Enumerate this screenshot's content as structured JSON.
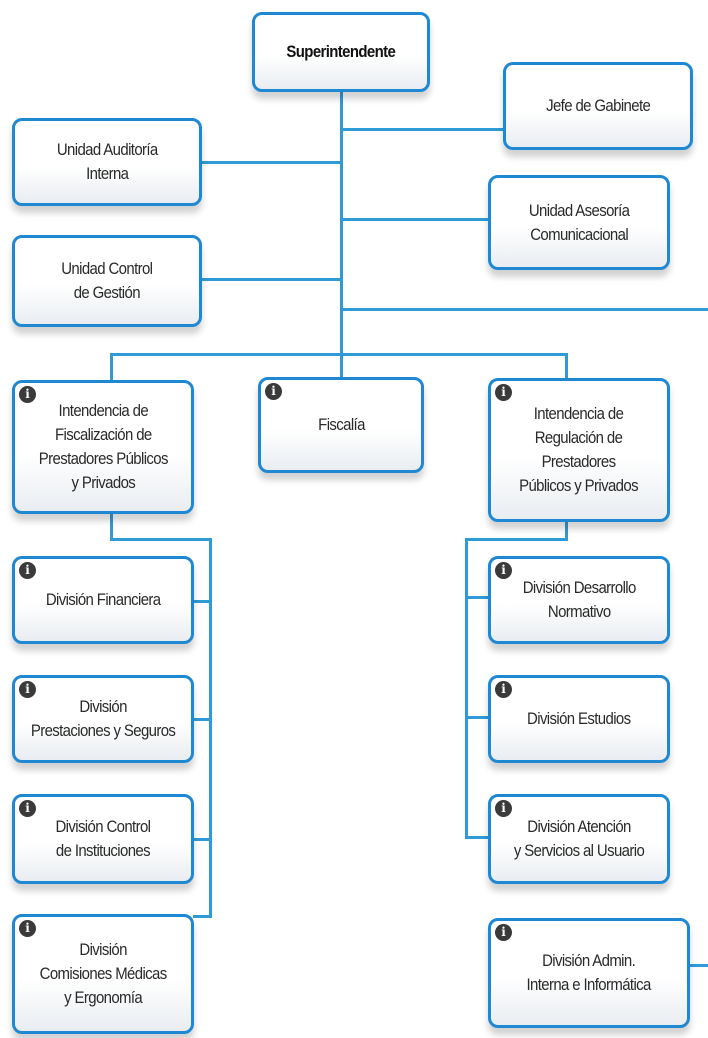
{
  "nodes": {
    "superintendente": {
      "lines": [
        "Superintendente"
      ]
    },
    "jefe_gabinete": {
      "lines": [
        "Jefe de Gabinete"
      ]
    },
    "auditoria": {
      "lines": [
        "Unidad Auditoría",
        "Interna"
      ]
    },
    "asesoria": {
      "lines": [
        "Unidad Asesoría",
        "Comunicacional"
      ]
    },
    "control_gestion": {
      "lines": [
        "Unidad Control",
        "de Gestión"
      ]
    },
    "int_fiscalizacion": {
      "lines": [
        "Intendencia de",
        "Fiscalización de",
        "Prestadores Públicos",
        "y Privados"
      ]
    },
    "fiscalia": {
      "lines": [
        "Fiscalía"
      ]
    },
    "int_regulacion": {
      "lines": [
        "Intendencia de",
        "Regulación de",
        "Prestadores",
        "Públicos y Privados"
      ]
    },
    "div_financiera": {
      "lines": [
        "División Financiera"
      ]
    },
    "div_prestaciones": {
      "lines": [
        "División",
        "Prestaciones y Seguros"
      ]
    },
    "div_control_inst": {
      "lines": [
        "División Control",
        "de Instituciones"
      ]
    },
    "div_comisiones": {
      "lines": [
        "División",
        "Comisiones Médicas",
        "y Ergonomía"
      ]
    },
    "div_desarrollo": {
      "lines": [
        "División Desarrollo",
        "Normativo"
      ]
    },
    "div_estudios": {
      "lines": [
        "División Estudios"
      ]
    },
    "div_atencion": {
      "lines": [
        "División Atención",
        "y Servicios al Usuario"
      ]
    },
    "div_admin": {
      "lines": [
        "División Admin.",
        "Interna e Informática"
      ]
    }
  },
  "info_icon": {
    "glyph": "i",
    "name": "info-icon"
  },
  "colors": {
    "border": "#1e88d2",
    "connector": "#2f9bd6"
  }
}
